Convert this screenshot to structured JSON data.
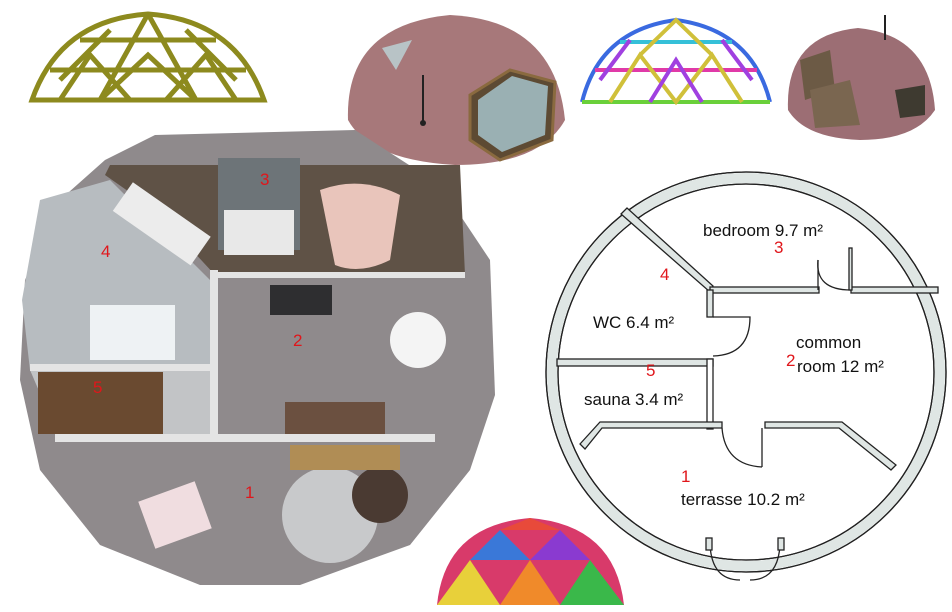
{
  "plan": {
    "rooms": [
      {
        "number": "1",
        "label": "terrasse 10.2 m²"
      },
      {
        "number": "2",
        "label_line1": "common",
        "label_line2": "room 12 m²"
      },
      {
        "number": "3",
        "label": "bedroom 9.7 m²"
      },
      {
        "number": "4",
        "label": "WC 6.4 m²"
      },
      {
        "number": "5",
        "label": "sauna 3.4 m²"
      }
    ]
  },
  "render": {
    "numbers": [
      "1",
      "2",
      "3",
      "4",
      "5"
    ]
  },
  "colors": {
    "accent": "#e0161b",
    "wall": "#dfe6e4"
  }
}
